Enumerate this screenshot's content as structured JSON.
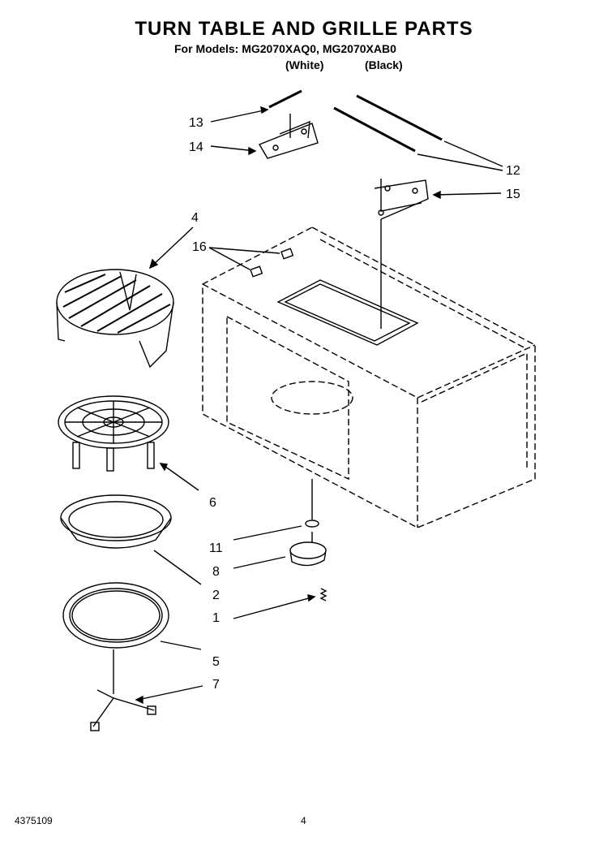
{
  "header": {
    "title": "TURN TABLE AND GRILLE PARTS",
    "models_line": "For Models: MG2070XAQ0, MG2070XAB0",
    "variant_white": "(White)",
    "variant_black": "(Black)"
  },
  "callouts": [
    "13",
    "14",
    "12",
    "15",
    "4",
    "16",
    "6",
    "11",
    "8",
    "2",
    "1",
    "5",
    "7"
  ],
  "footer": {
    "doc_number": "4375109",
    "page_number": "4"
  }
}
